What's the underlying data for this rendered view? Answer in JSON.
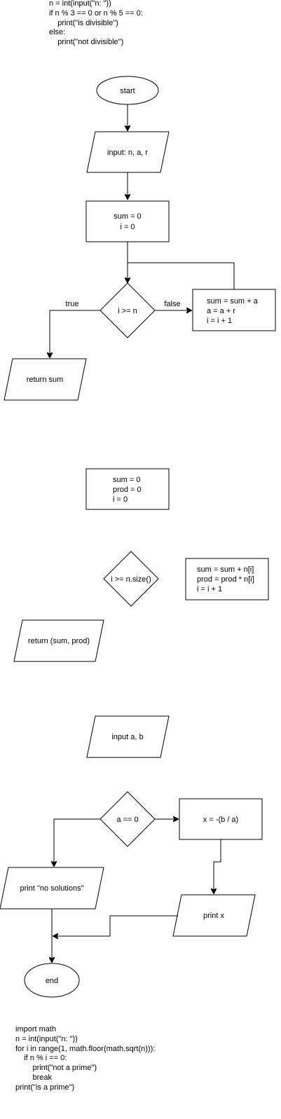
{
  "code_top": [
    "n = int(input(\"n: \"))",
    "if n % 3 == 0 or n % 5 == 0:",
    "    print(\"is divisible\")",
    "else:",
    "    print(\"not divisible\")"
  ],
  "flow1": {
    "start": "start",
    "input": "input: n, a, r",
    "init": [
      "sum = 0",
      "i = 0"
    ],
    "cond": "i >= n",
    "true_label": "true",
    "false_label": "false",
    "body": [
      "sum = sum + a",
      "a = a + r",
      "i = i + 1"
    ],
    "output": "return sum"
  },
  "flow2": {
    "init": [
      "sum = 0",
      "prod = 0",
      "i = 0"
    ],
    "cond": "i >= n.size()",
    "body": [
      "sum = sum + n[i]",
      "prod = prod * n[i]",
      "i = i + 1"
    ],
    "output": "return (sum, prod)"
  },
  "flow3": {
    "input": "input a, b",
    "cond": "a == 0",
    "calc": "x = -(b / a)",
    "no_solution": "print \"no solutions\"",
    "print_x": "print x",
    "end": "end"
  },
  "code_bottom": [
    "import math",
    "n = int(input(\"n: \"))",
    "for i in range(1, math.floor(math.sqrt(n))):",
    "    if n % i == 0:",
    "        print(\"not a prime\")",
    "        break",
    "print(\"is a prime\")"
  ]
}
